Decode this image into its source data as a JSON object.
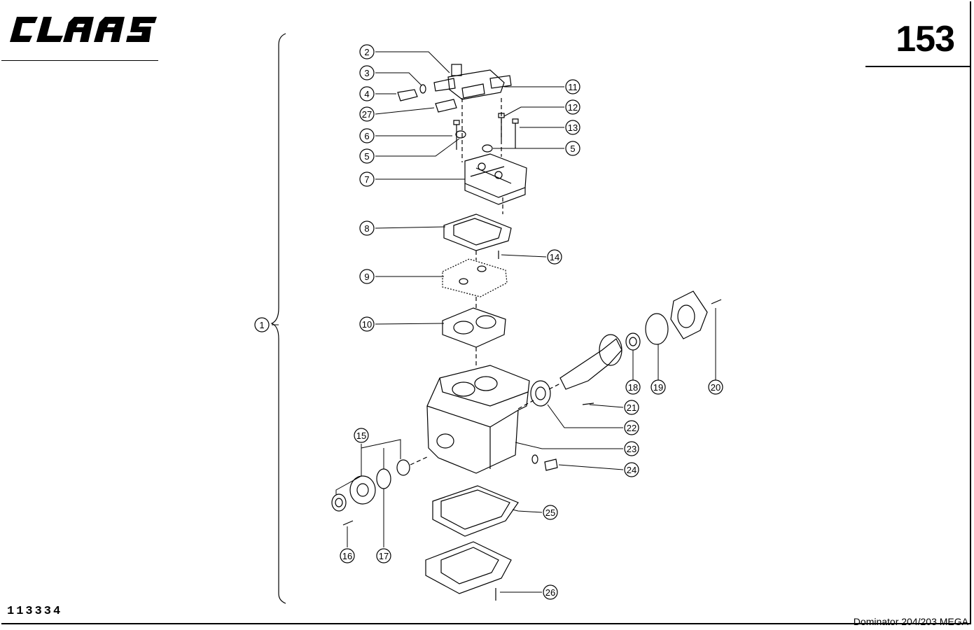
{
  "header": {
    "brand": "CLAAS",
    "page_number": "153"
  },
  "footer": {
    "drawing_number": "113334",
    "model": "Dominator 204/203 MEGA"
  },
  "callouts": [
    "1",
    "2",
    "3",
    "4",
    "27",
    "6",
    "5",
    "7",
    "8",
    "9",
    "10",
    "11",
    "12",
    "13",
    "5",
    "14",
    "15",
    "16",
    "17",
    "18",
    "19",
    "20",
    "21",
    "22",
    "23",
    "24",
    "25",
    "26"
  ],
  "colors": {
    "ink": "#000000",
    "paper": "#ffffff"
  }
}
